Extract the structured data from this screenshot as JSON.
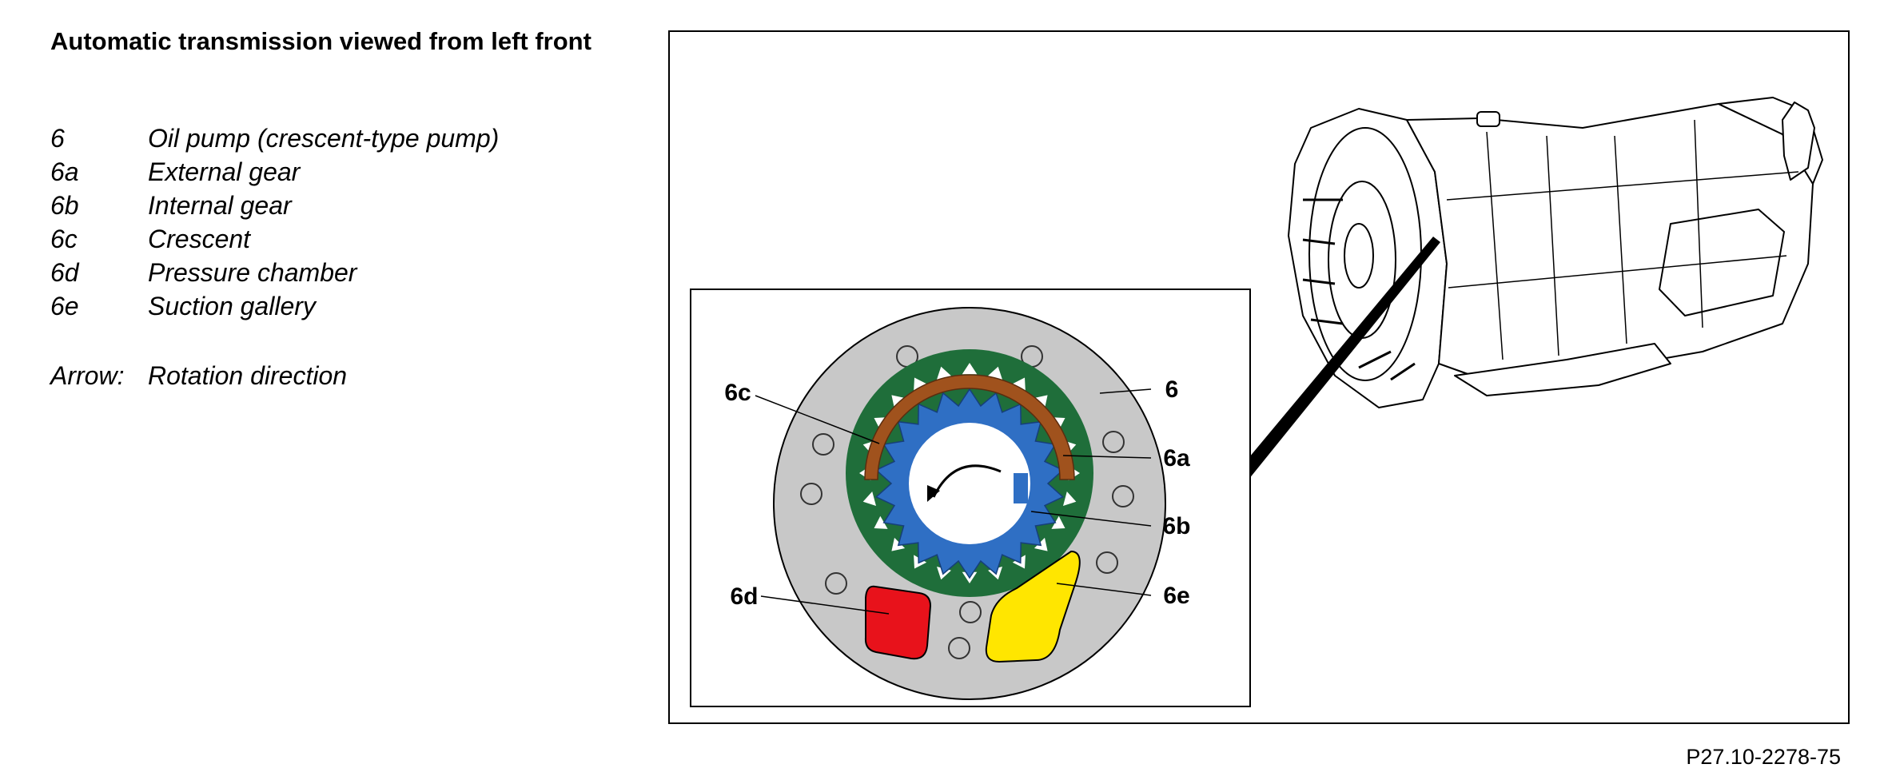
{
  "title": "Automatic transmission viewed from left front",
  "legend": [
    {
      "key": "6",
      "text": "Oil pump (crescent-type pump)"
    },
    {
      "key": "6a",
      "text": "External gear"
    },
    {
      "key": "6b",
      "text": "Internal gear"
    },
    {
      "key": "6c",
      "text": "Crescent"
    },
    {
      "key": "6d",
      "text": "Pressure chamber"
    },
    {
      "key": "6e",
      "text": "Suction gallery"
    }
  ],
  "arrow_note": {
    "key": "Arrow:",
    "text": "Rotation direction"
  },
  "callouts": {
    "c6": "6",
    "c6a": "6a",
    "c6b": "6b",
    "c6c": "6c",
    "c6d": "6d",
    "c6e": "6e"
  },
  "figure_ref": "P27.10-2278-75",
  "colors": {
    "pump_body": "#c8c8c8",
    "external_gear": "#1f6e3a",
    "internal_gear": "#2f6fc4",
    "crescent": "#a0521d",
    "pressure_chamber": "#e8121b",
    "suction_gallery": "#ffe600"
  }
}
